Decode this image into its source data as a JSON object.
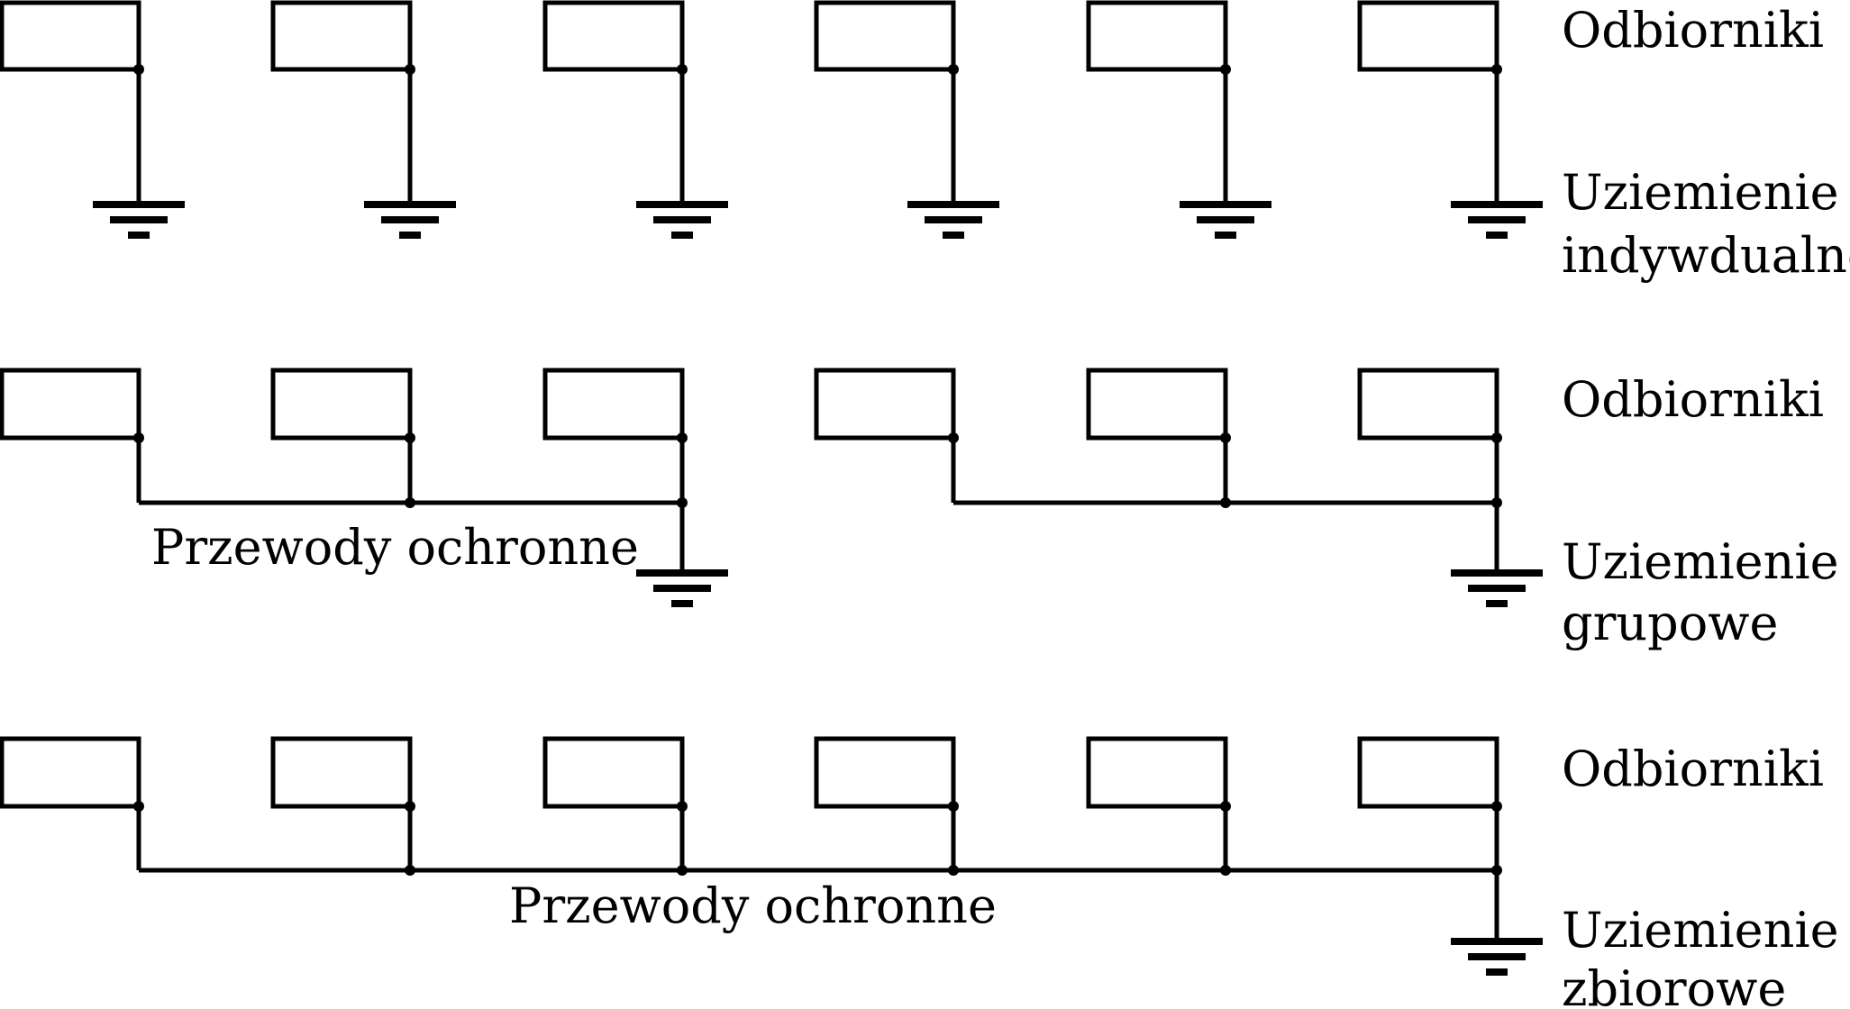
{
  "colors": {
    "line": "#000000",
    "background": "#ffffff"
  },
  "rows": [
    {
      "id": "individual",
      "receivers_label": "Odbiorniki",
      "earthing_label_line1": "Uziemienie",
      "earthing_label_line2": "indywdualne",
      "receiver_count": 6,
      "conductor_label": ""
    },
    {
      "id": "group",
      "receivers_label": "Odbiorniki",
      "earthing_label_line1": "Uziemienie",
      "earthing_label_line2": "grupowe",
      "receiver_count": 6,
      "conductor_label": "Przewody ochronne"
    },
    {
      "id": "collective",
      "receivers_label": "Odbiorniki",
      "earthing_label_line1": "Uziemienie",
      "earthing_label_line2": "zbiorowe",
      "receiver_count": 6,
      "conductor_label": "Przewody ochronne"
    }
  ]
}
